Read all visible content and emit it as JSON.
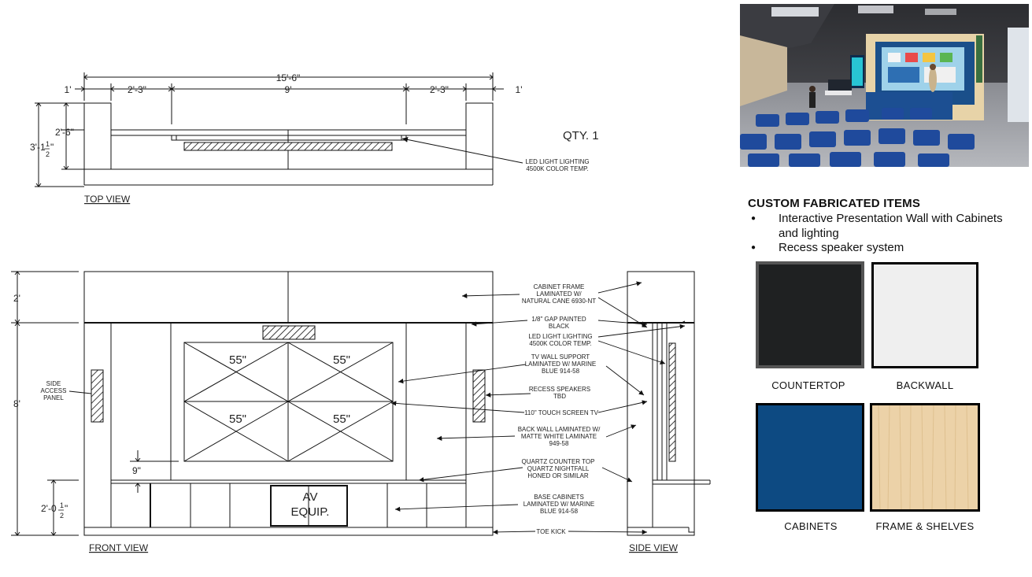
{
  "drawing": {
    "top_view": {
      "label": "TOP VIEW",
      "dimensions": {
        "overall": "15'-6\"",
        "left_end": "1'",
        "left_inner": "2'-3\"",
        "center": "9'",
        "right_inner": "2'-3\"",
        "right_end": "1'",
        "inner_depth": "2'-6\"",
        "overall_depth_main": "3'-1",
        "overall_depth_frac_num": "1",
        "overall_depth_frac_den": "2",
        "overall_depth_inch": "\""
      },
      "qty": "QTY. 1",
      "callout_line1": "LED LIGHT LIGHTING",
      "callout_line2": "4500K COLOR TEMP."
    },
    "front_view": {
      "label": "FRONT VIEW",
      "dimensions": {
        "top": "2'",
        "main": "8'",
        "gap": "9\"",
        "base_main": "2'-0",
        "base_frac_num": "1",
        "base_frac_den": "2",
        "base_inch": "\""
      },
      "screens": [
        "55\"",
        "55\"",
        "55\"",
        "55\""
      ],
      "av_line1": "AV",
      "av_line2": "EQUIP.",
      "side_panel_line1": "SIDE",
      "side_panel_line2": "ACCESS",
      "side_panel_line3": "PANEL"
    },
    "side_view": {
      "label": "SIDE VIEW"
    },
    "callouts": [
      {
        "lines": [
          "CABINET FRAME",
          "LAMINATED W/",
          "NATURAL CANE 6930-NT"
        ]
      },
      {
        "lines": [
          "1/8\" GAP PAINTED",
          "BLACK"
        ]
      },
      {
        "lines": [
          "LED LIGHT LIGHTING",
          "4500K COLOR TEMP."
        ]
      },
      {
        "lines": [
          "TV WALL SUPPORT",
          "LAMINATED W/ MARINE",
          "BLUE 914-58"
        ]
      },
      {
        "lines": [
          "RECESS SPEAKERS",
          "TBD"
        ]
      },
      {
        "lines": [
          "110\" TOUCH SCREEN TV"
        ]
      },
      {
        "lines": [
          "BACK WALL LAMINATED W/",
          "MATTE WHITE LAMINATE",
          "949-58"
        ]
      },
      {
        "lines": [
          "QUARTZ COUNTER TOP",
          "QUARTZ NIGHTFALL",
          "HONED OR SIMILAR"
        ]
      },
      {
        "lines": [
          "BASE CABINETS",
          "LAMINATED W/ MARINE",
          "BLUE 914-58"
        ]
      },
      {
        "lines": [
          "TOE KICK"
        ]
      }
    ]
  },
  "custom_items": {
    "title": "CUSTOM FABRICATED ITEMS",
    "bullets": [
      "Interactive Presentation Wall with Cabinets and lighting",
      "Recess speaker system"
    ]
  },
  "swatches": [
    {
      "label": "COUNTERTOP",
      "color": "#1f2122",
      "border": "#555555"
    },
    {
      "label": "BACKWALL",
      "color": "#efefef",
      "border": "#000000"
    },
    {
      "label": "CABINETS",
      "color": "#0d4a82",
      "border": "#000000"
    },
    {
      "label": "FRAME & SHELVES",
      "color": "#ecd2a8",
      "border": "#000000"
    }
  ]
}
